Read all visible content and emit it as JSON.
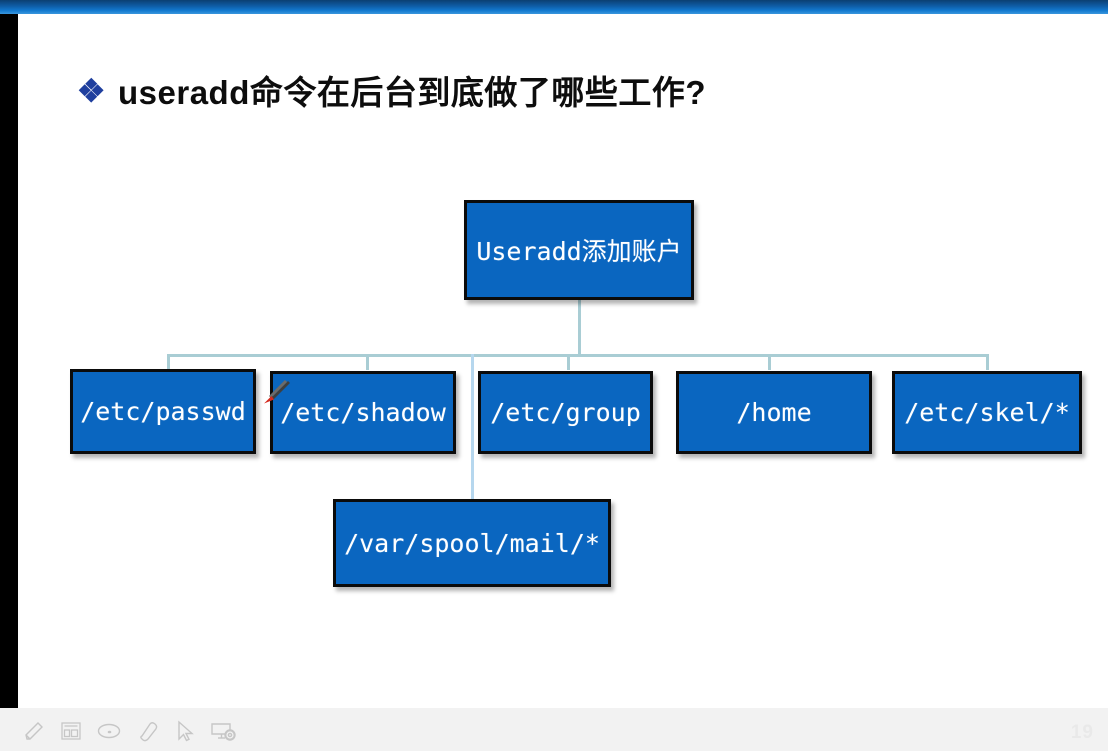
{
  "slide": {
    "page_number": "19",
    "title": {
      "bullet_icon": "diamond-bullet-icon",
      "text": "useradd命令在后台到底做了哪些工作?"
    },
    "diagram": {
      "type": "org-chart",
      "root": {
        "label": "Useradd添加账户"
      },
      "children": [
        {
          "label": "/etc/passwd"
        },
        {
          "label": "/etc/shadow"
        },
        {
          "label": "/etc/group"
        },
        {
          "label": "/home"
        },
        {
          "label": "/etc/skel/*"
        },
        {
          "label": "/var/spool/mail/*"
        }
      ],
      "colors": {
        "node_fill": "#0a66c0",
        "node_border": "#0b0b0b",
        "node_text": "#ffffff",
        "connector": "#a9cdd4"
      }
    }
  },
  "toolbar": {
    "icons": [
      {
        "name": "pen-icon"
      },
      {
        "name": "slide-grid-icon"
      },
      {
        "name": "highlighter-icon"
      },
      {
        "name": "eraser-icon"
      },
      {
        "name": "pointer-arrow-icon"
      },
      {
        "name": "display-settings-icon"
      }
    ]
  },
  "cursor": {
    "name": "pen-cursor-icon",
    "color": "#d42a1e"
  }
}
